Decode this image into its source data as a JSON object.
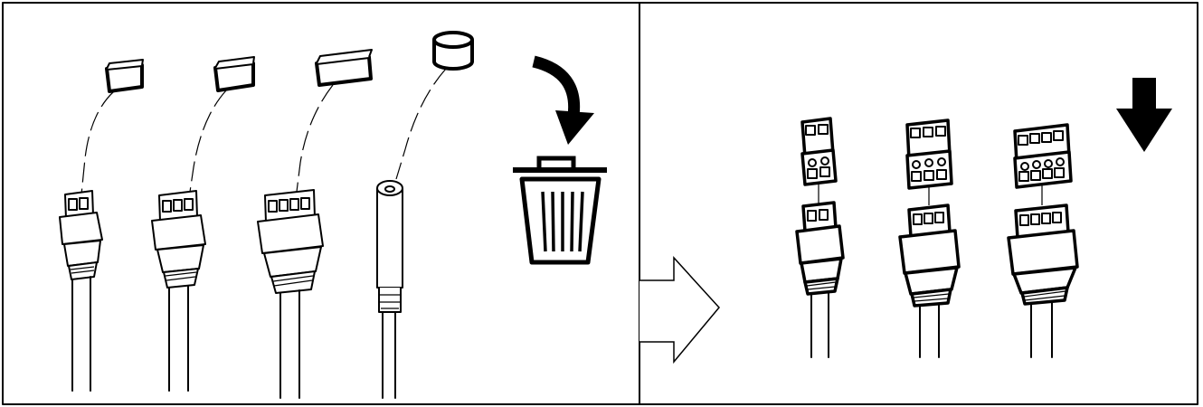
{
  "diagram": {
    "left_panel": {
      "connectors": [
        {
          "kind": "connector-with-cap",
          "pins": 2
        },
        {
          "kind": "connector-with-cap",
          "pins": 3
        },
        {
          "kind": "connector-with-cap",
          "pins": 4
        },
        {
          "kind": "barrel-plug-with-cap",
          "pins": 1
        }
      ],
      "action_icon": "trash-bin-icon",
      "arrow_icon": "curved-arrow-icon"
    },
    "transition_icon": "outline-right-arrow-icon",
    "right_panel": {
      "connectors": [
        {
          "kind": "connector-with-terminal-block",
          "pins": 2
        },
        {
          "kind": "connector-with-terminal-block",
          "pins": 3
        },
        {
          "kind": "connector-with-terminal-block",
          "pins": 4
        }
      ],
      "arrow_icon": "down-arrow-icon"
    },
    "colors": {
      "line": "#000000",
      "background": "#ffffff"
    }
  }
}
